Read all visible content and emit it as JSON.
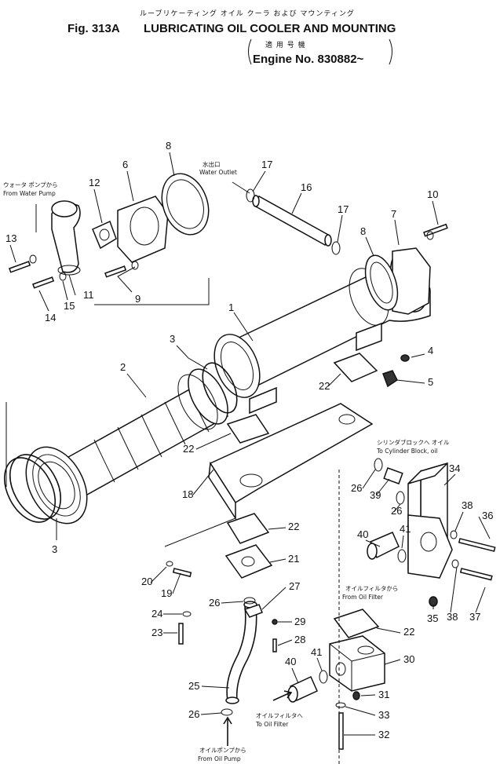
{
  "header": {
    "fig_label": "Fig. 313A",
    "title_en": "LUBRICATING OIL COOLER AND MOUNTING",
    "title_jp": "ルーブリケーティング オイル クーラ および マウンティング",
    "applicable_jp": "適 用 号 機",
    "engine_no": "Engine No. 830882~"
  },
  "notes": {
    "water_outlet_jp": "水出口",
    "water_outlet_en": "Water Outlet",
    "from_water_pump_jp": "ウォータ ポンプから",
    "from_water_pump_en": "From Water Pump",
    "to_cyl_block_jp": "シリンダブロックへ オイル",
    "to_cyl_block_en": "To Cylinder Block, oil",
    "from_oil_filter_jp": "オイルフィルタから",
    "from_oil_filter_en": "From Oil Filter",
    "to_oil_filter_jp": "オイルフィルタへ",
    "to_oil_filter_en": "To Oil Filter",
    "from_oil_pump_jp": "オイルポンプから",
    "from_oil_pump_en": "From Oil Pump"
  },
  "callouts": [
    "1",
    "2",
    "3",
    "3",
    "4",
    "5",
    "6",
    "7",
    "8",
    "8",
    "9",
    "10",
    "11",
    "12",
    "13",
    "14",
    "15",
    "16",
    "17",
    "17",
    "18",
    "19",
    "20",
    "21",
    "22",
    "22",
    "22",
    "22",
    "23",
    "24",
    "25",
    "26",
    "26",
    "26",
    "26",
    "27",
    "28",
    "29",
    "30",
    "31",
    "32",
    "33",
    "34",
    "35",
    "36",
    "37",
    "38",
    "38",
    "39",
    "40",
    "40",
    "41",
    "41"
  ]
}
